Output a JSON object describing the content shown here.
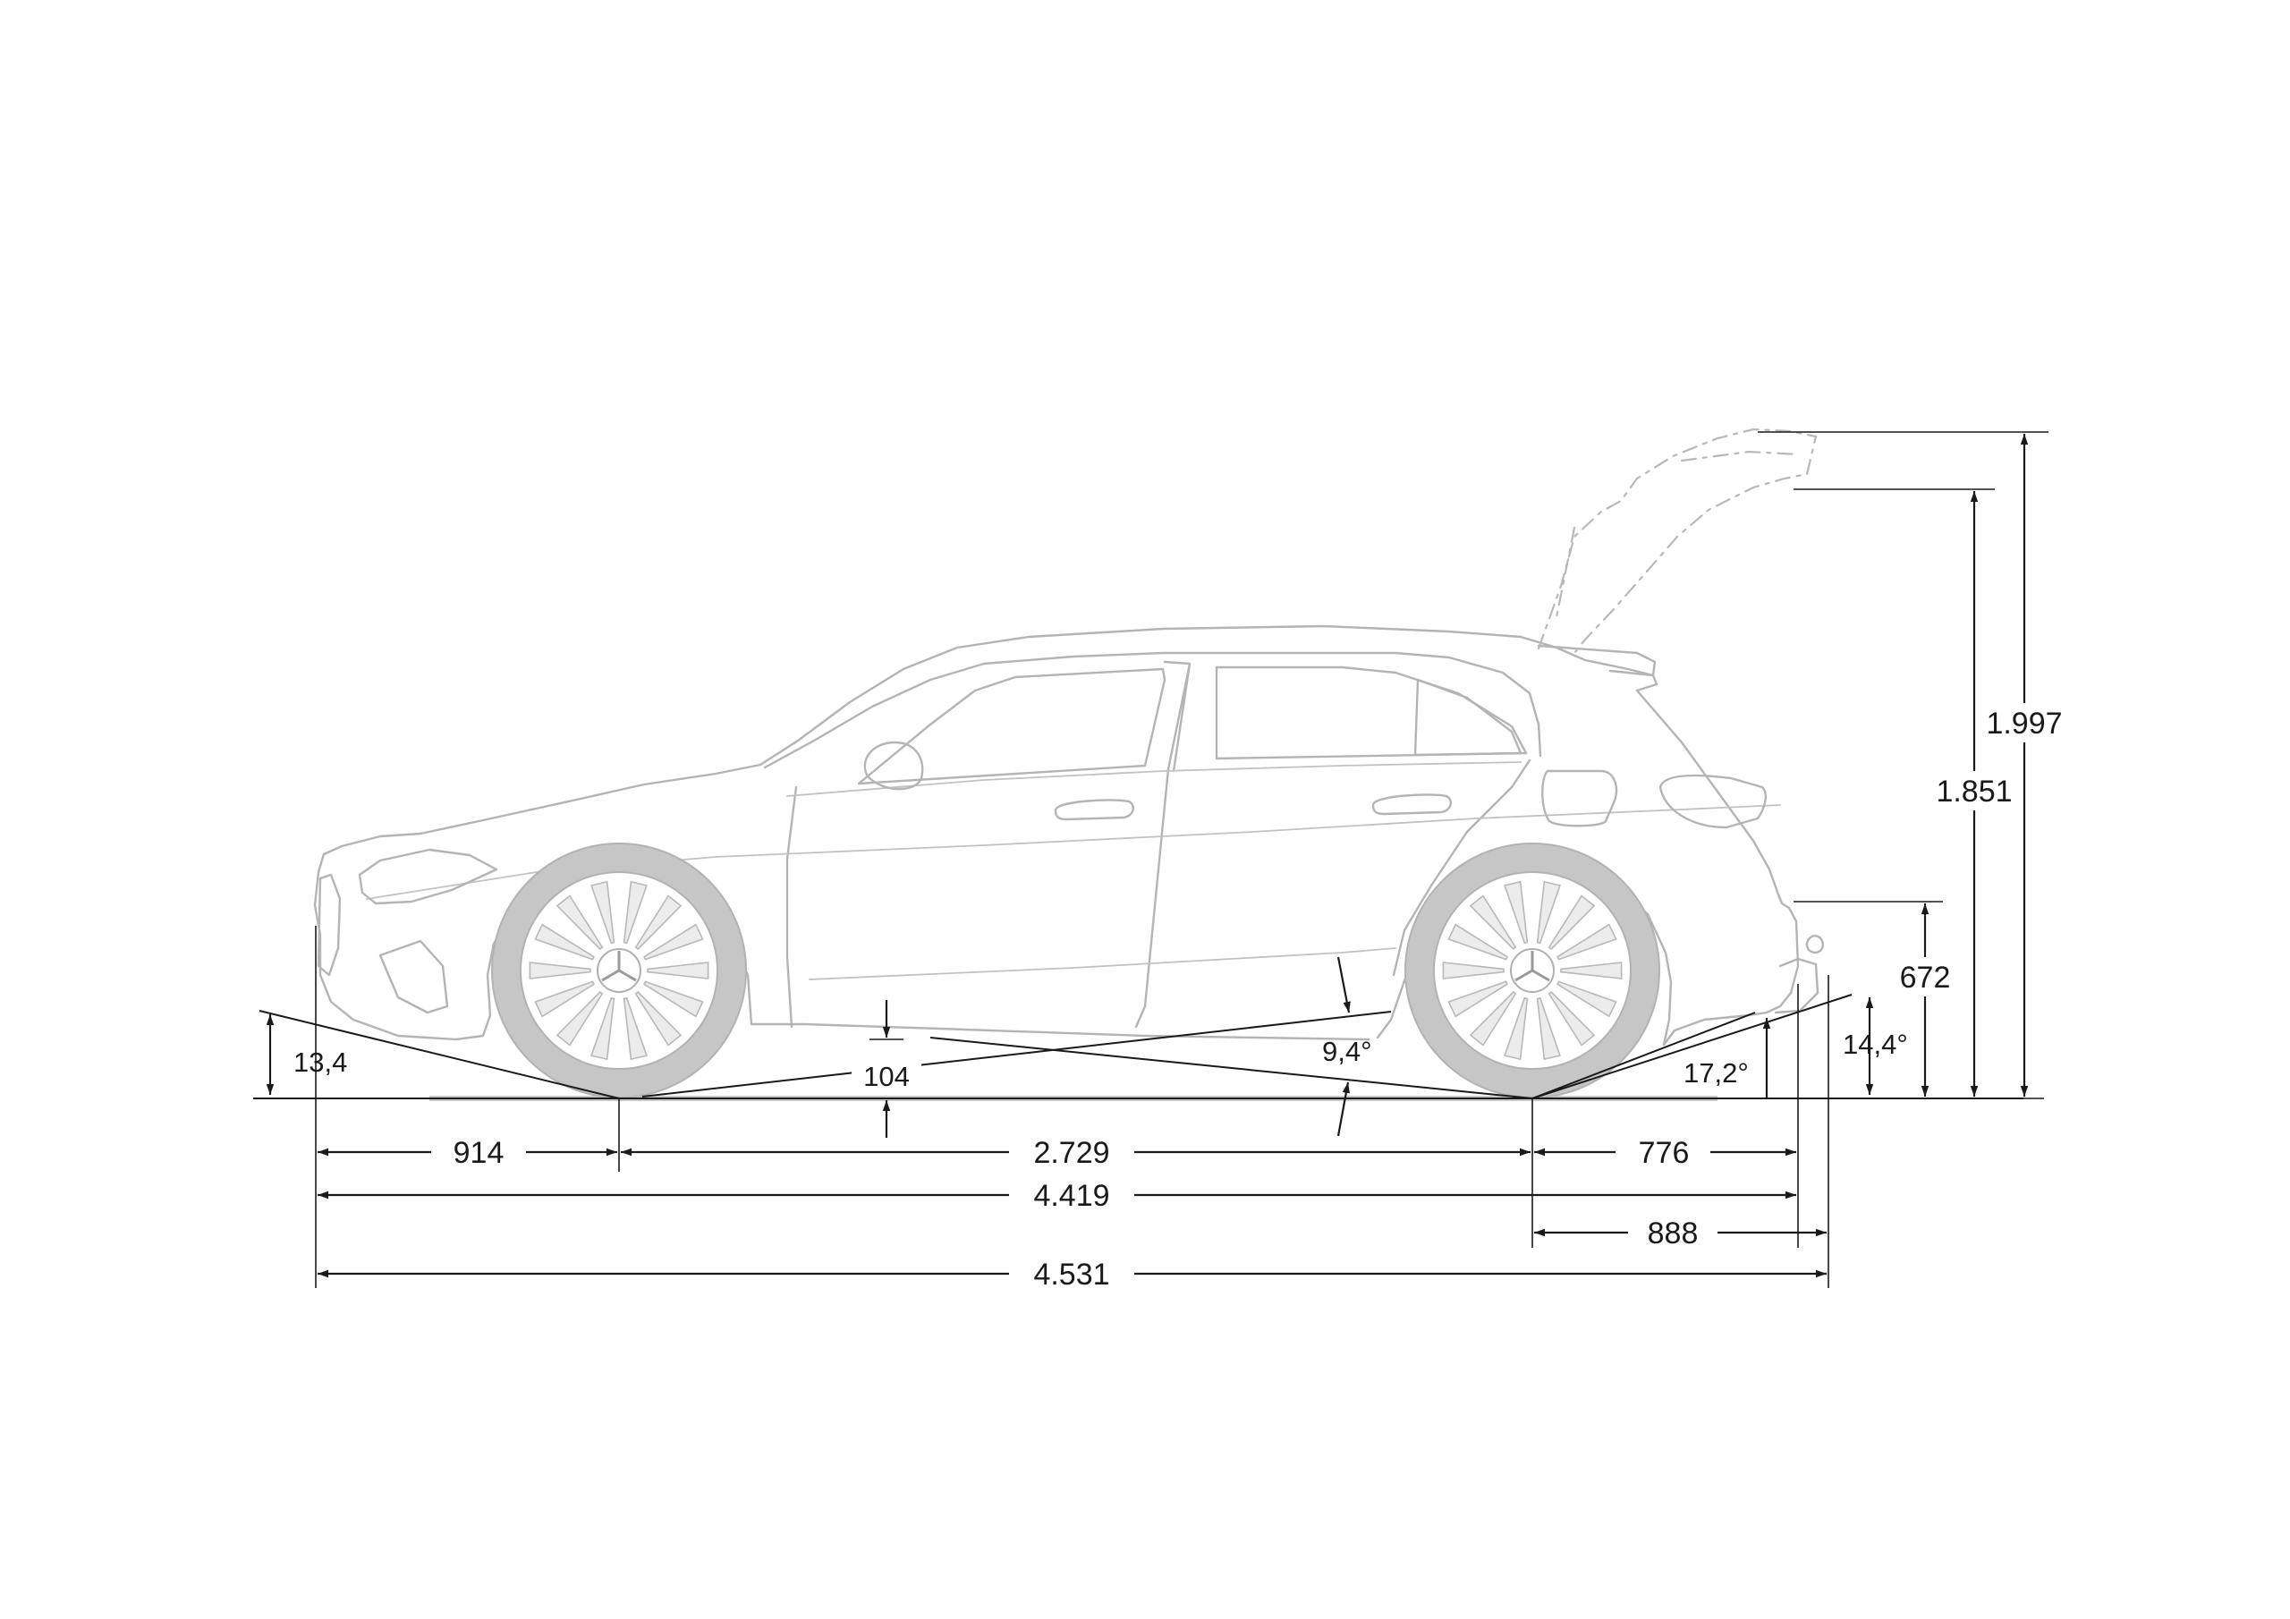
{
  "dimensions": {
    "front_overhang": "914",
    "wheelbase": "2.729",
    "rear_overhang": "776",
    "length": "4.419",
    "rear_overhang_towbar": "888",
    "length_towbar": "4.531",
    "height": "1.851",
    "height_tailgate_open": "1.997",
    "loading_sill_height": "672",
    "ground_clearance": "104",
    "approach_angle": "13,4",
    "ramp_angle": "9,4°",
    "departure_angle": "17,2°",
    "departure_angle_towbar": "14,4°"
  }
}
